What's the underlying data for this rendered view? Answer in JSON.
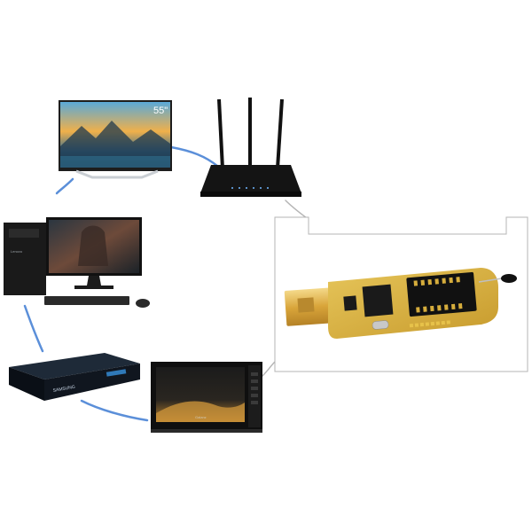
{
  "image": {
    "kind": "product-photo",
    "background_color": "#ffffff"
  },
  "tv": {
    "size_label": "55\""
  },
  "desktop_pc": {
    "brand_text": "Lenovo"
  },
  "dvd_player": {
    "brand_text": "SAMSUNG"
  },
  "microwave": {
    "brand_text": "Galanz"
  },
  "devices": [
    {
      "name": "television"
    },
    {
      "name": "wifi-router"
    },
    {
      "name": "desktop-computer"
    },
    {
      "name": "dvd-player"
    },
    {
      "name": "microwave-oven"
    },
    {
      "name": "usb-programmer"
    }
  ],
  "colors": {
    "connector_line": "#5b8fd9",
    "programmer_board": "#d7b23c",
    "usb_plug": "#e0b24a",
    "frame_outline": "#b5b5b5"
  }
}
